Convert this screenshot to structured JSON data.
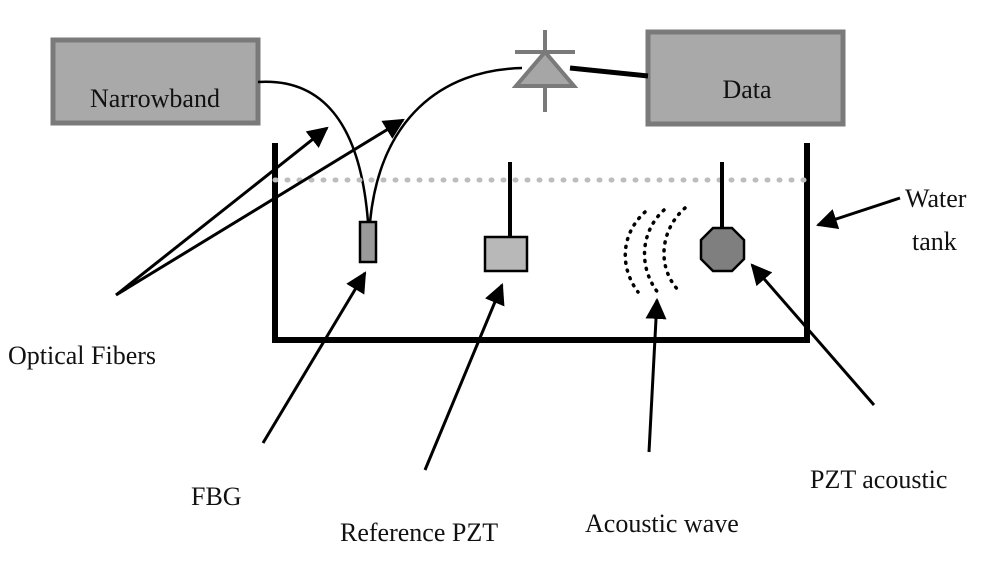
{
  "boxes": {
    "narrowband": "Narrowband",
    "data": "Data"
  },
  "labels": {
    "water_tank_line1": "Water",
    "water_tank_line2": "tank",
    "optical_fibers": "Optical Fibers",
    "fbg": "FBG",
    "reference_pzt": "Reference PZT",
    "acoustic_wave": "Acoustic wave",
    "pzt_acoustic": "PZT acoustic"
  },
  "colors": {
    "box_fill": "#a9a9a9",
    "box_border": "#7a7a7a",
    "line": "#000000",
    "water_surface": "#bdbdbd",
    "fbg_fill": "#9a9a9a",
    "reference_pzt_fill": "#b8b8b8",
    "pzt_acoustic_fill": "#7f7f7f",
    "photodiode_fill": "#a6a6a6"
  }
}
